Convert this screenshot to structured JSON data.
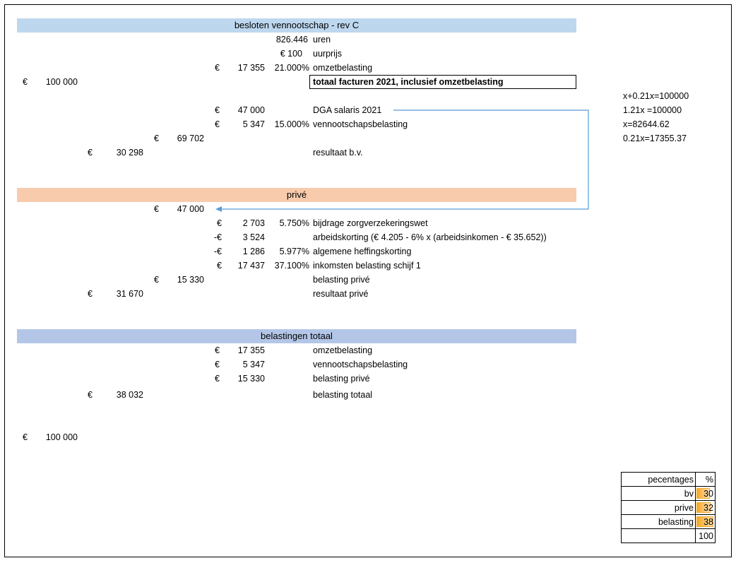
{
  "bv": {
    "header": "besloten vennootschap - rev C",
    "uren_value": "826.446",
    "uren_label": "uren",
    "uurprijs_value": "€ 100",
    "uurprijs_label": "uurprijs",
    "omzet_currency": "€",
    "omzet_value": "17 355",
    "omzet_pct": "21.000%",
    "omzet_label": "omzetbelasting",
    "totaal_currency": "€",
    "totaal_value": "100 000",
    "totaal_label": "totaal facturen 2021, inclusief omzetbelasting",
    "dga_currency": "€",
    "dga_value": "47 000",
    "dga_label": "DGA salaris 2021",
    "vpb_currency": "€",
    "vpb_value": "5 347",
    "vpb_pct": "15.000%",
    "vpb_label": "vennootschapsbelasting",
    "sub_currency": "€",
    "sub_value": "69 702",
    "result_currency": "€",
    "result_value": "30 298",
    "result_label": "resultaat b.v."
  },
  "notes": [
    "x+0.21x=100000",
    "1.21x =100000",
    "x=82644.62",
    "0.21x=17355.37"
  ],
  "prive": {
    "header": "privé",
    "salary_currency": "€",
    "salary_value": "47 000",
    "rows": [
      {
        "currency": "€",
        "value": "2 703",
        "pct": "5.750%",
        "label": "bijdrage zorgverzekeringswet"
      },
      {
        "currency": "-€",
        "value": "3 524",
        "pct": "",
        "label": "arbeidskorting (€ 4.205 - 6% x (arbeidsinkomen - € 35.652))"
      },
      {
        "currency": "-€",
        "value": "1 286",
        "pct": "5.977%",
        "label": "algemene heffingskorting"
      },
      {
        "currency": "€",
        "value": "17 437",
        "pct": "37.100%",
        "label": "inkomsten belasting schijf 1"
      }
    ],
    "tax_currency": "€",
    "tax_value": "15 330",
    "tax_label": "belasting privé",
    "result_currency": "€",
    "result_value": "31 670",
    "result_label": "resultaat privé"
  },
  "totals": {
    "header": "belastingen totaal",
    "rows": [
      {
        "currency": "€",
        "value": "17 355",
        "label": "omzetbelasting"
      },
      {
        "currency": "€",
        "value": "5 347",
        "label": "vennootschapsbelasting"
      },
      {
        "currency": "€",
        "value": "15 330",
        "label": "belasting privé"
      }
    ],
    "total_currency": "€",
    "total_value": "38 032",
    "total_label": "belasting totaal",
    "grand_currency": "€",
    "grand_value": "100 000"
  },
  "percentages": {
    "header_label": "pecentages",
    "header_unit": "%",
    "rows": [
      {
        "label": "bv",
        "value": "30",
        "fraction": 0.3
      },
      {
        "label": "prive",
        "value": "32",
        "fraction": 0.32
      },
      {
        "label": "belasting",
        "value": "38",
        "fraction": 0.38
      }
    ],
    "total": "100"
  },
  "colors": {
    "bv_header": "#BDD7EE",
    "prive_header": "#F8CBAD",
    "totals_header": "#B4C6E7",
    "arrow": "#5B9BD5",
    "databar": "#F5A623"
  }
}
